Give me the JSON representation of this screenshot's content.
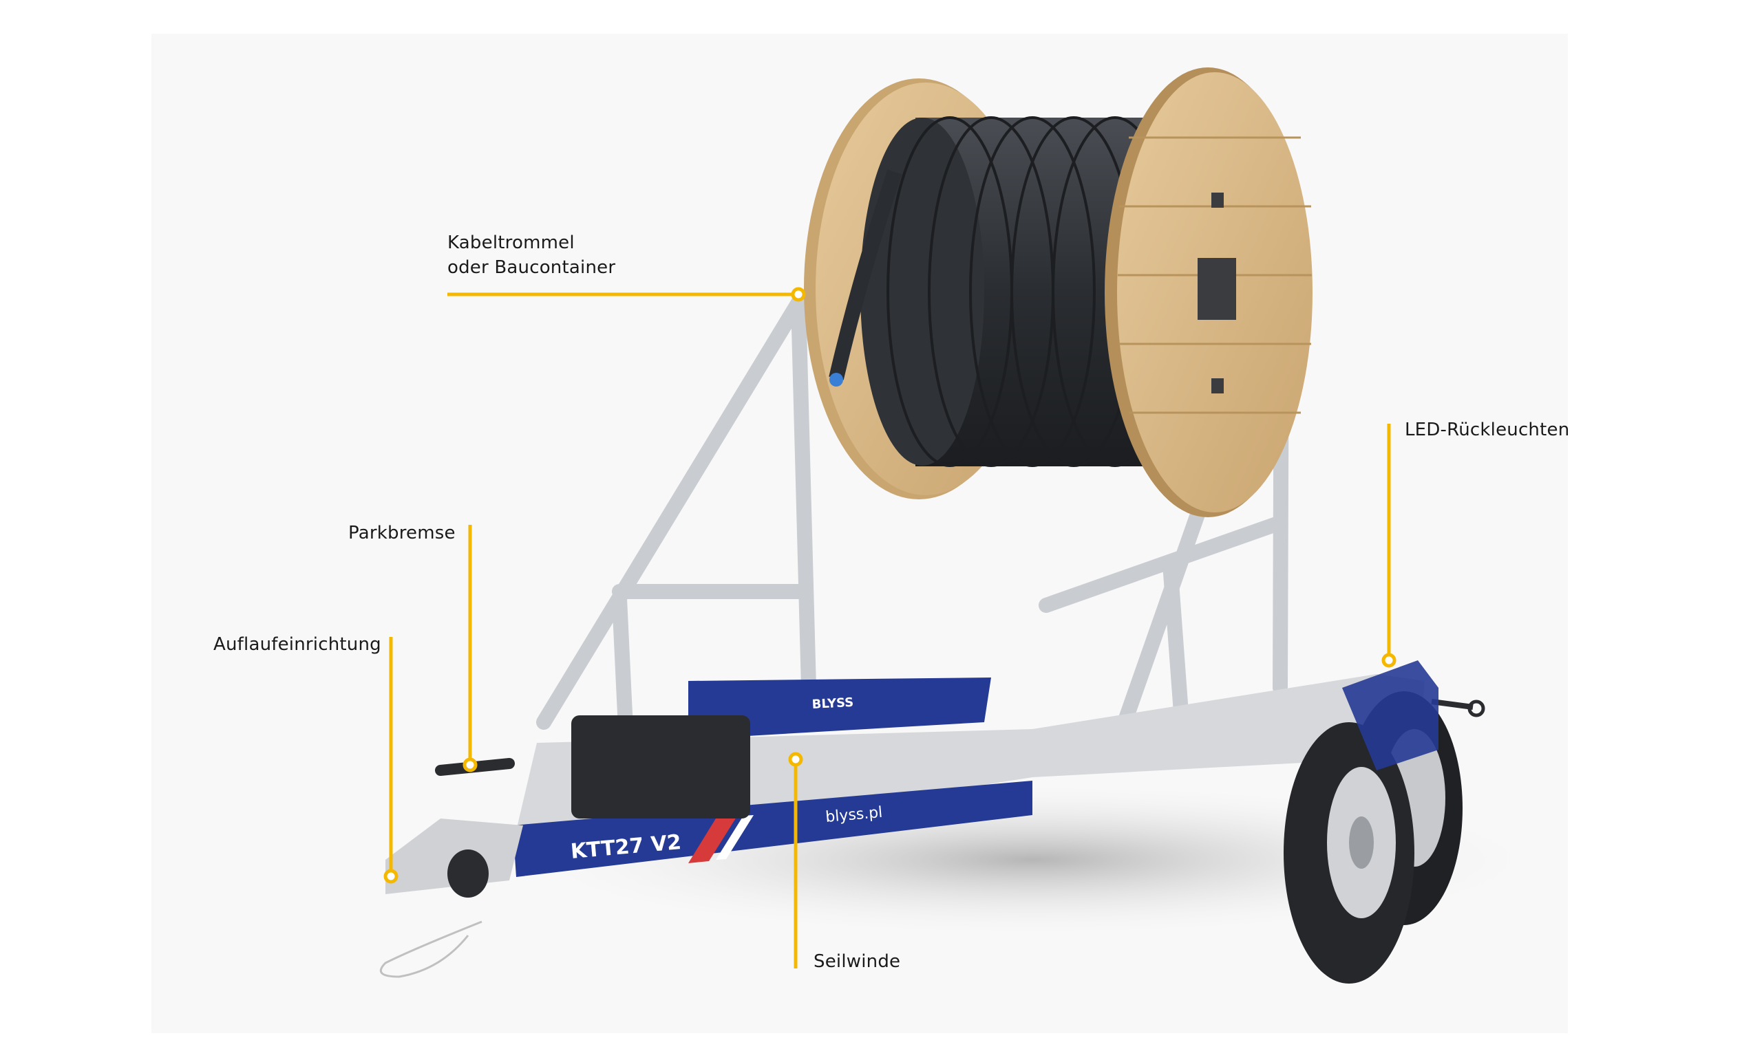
{
  "callouts": {
    "drum": "Kabeltrommel",
    "drum_line2": "oder Baucontainer",
    "lights": "LED-Rückleuchten",
    "parking_brake": "Parkbremse",
    "overrun": "Auflaufeinrichtung",
    "winch": "Seilwinde"
  },
  "product": {
    "model": "KTT27 V2",
    "brand": "BLYSS",
    "website": "blyss.pl"
  },
  "colors": {
    "accent": "#f5b800",
    "chassis_blue": "#253a94",
    "wood": "#d9b98a",
    "cable": "#2a2d31"
  }
}
